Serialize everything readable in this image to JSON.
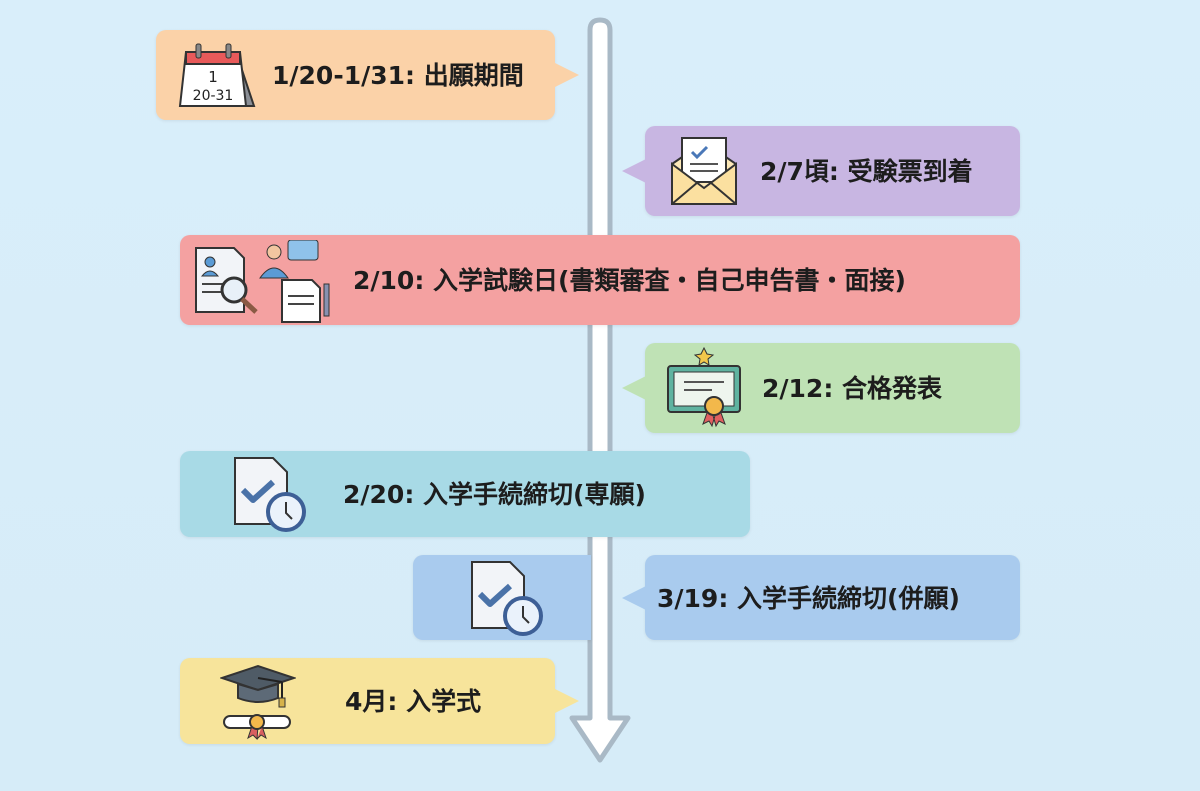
{
  "colors": {
    "background": "#d8ecf8",
    "arrow_fill": "#ffffff",
    "arrow_stroke": "#a9b9c6",
    "orange": "#fbd2a8",
    "purple": "#c8b6e2",
    "red": "#f4a1a1",
    "green": "#bfe2b5",
    "cyan": "#a8dae6",
    "blue": "#a9cbee",
    "yellow": "#f7e49b"
  },
  "events": [
    {
      "label": "1/20-1/31: 出願期間",
      "icon": "calendar-icon",
      "calendar_month": "1",
      "calendar_days": "20-31"
    },
    {
      "label": "2/7頃: 受験票到着",
      "icon": "envelope-letter-icon"
    },
    {
      "label": "2/10: 入学試験日(書類審査・自己申告書・面接)",
      "icon": "document-search-interview-icon"
    },
    {
      "label": "2/12: 合格発表",
      "icon": "certificate-icon"
    },
    {
      "label": "2/20: 入学手続締切(専願)",
      "icon": "document-check-clock-icon"
    },
    {
      "label": "3/19: 入学手続締切(併願)",
      "icon": "document-check-clock-icon"
    },
    {
      "label": "4月: 入学式",
      "icon": "graduation-cap-diploma-icon"
    }
  ]
}
